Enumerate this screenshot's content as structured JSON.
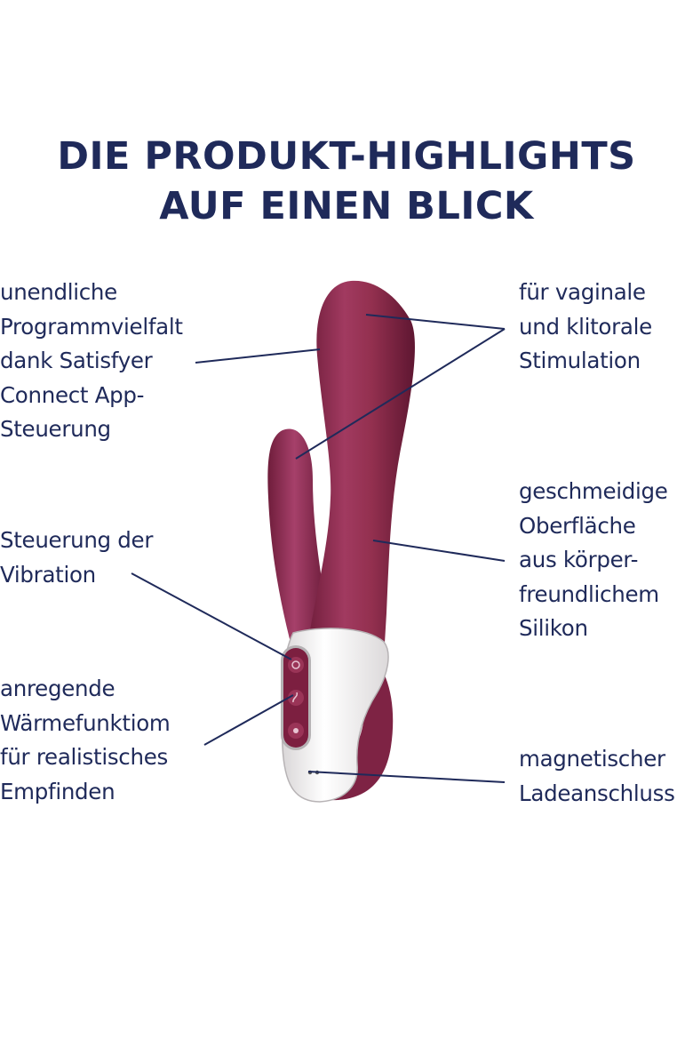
{
  "headline": {
    "line1": "DIE PRODUKT-HIGHLIGHTS",
    "line2": "AUF EINEN BLICK"
  },
  "features": {
    "app": [
      "unendliche",
      "Programmvielfalt",
      "dank Satisfyer",
      "Connect App-",
      "Steuerung"
    ],
    "vibration": [
      "Steuerung der",
      "Vibration"
    ],
    "heat": [
      "anregende",
      "Wärmefunktiom",
      "für realistisches",
      "Empfinden"
    ],
    "stimulation": [
      "für vaginale",
      "und klitorale",
      "Stimulation"
    ],
    "surface": [
      "geschmeidige",
      "Oberfläche",
      "aus körper-",
      "freundlichem",
      "Silikon"
    ],
    "charging": [
      "magnetischer",
      "Ladeanschluss"
    ]
  },
  "colors": {
    "text": "#1f2a5a",
    "product": "#8e2a4e",
    "handle": "#f3f1f1",
    "leader_line": "#1f2a5a"
  }
}
